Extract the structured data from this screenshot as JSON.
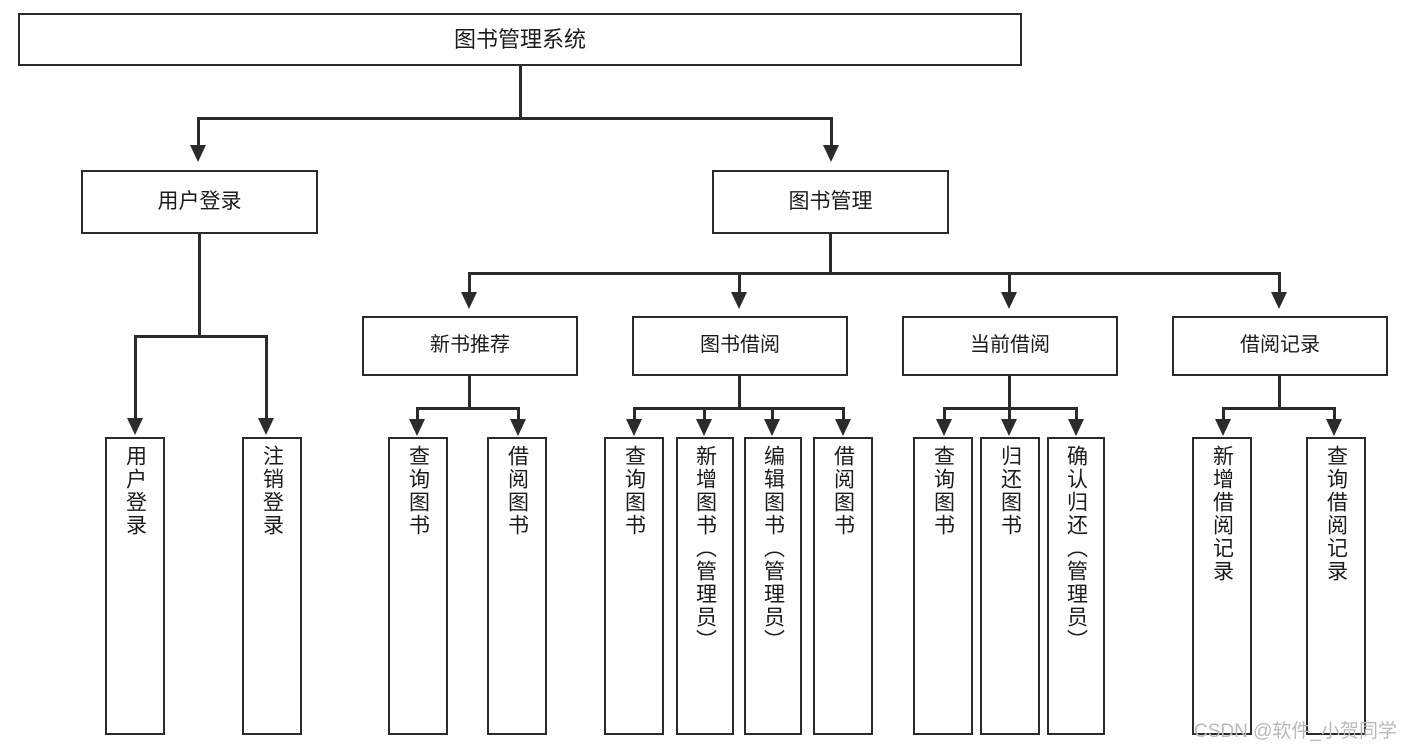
{
  "diagram": {
    "title": "图书管理系统",
    "type": "tree",
    "watermark": "CSDN @软件_小贺同学",
    "colors": {
      "stroke": "#2b2b2b",
      "background": "#ffffff",
      "text": "#1b1b1b",
      "watermark": "#b9b9b9"
    },
    "root": {
      "label": "图书管理系统"
    },
    "level2": [
      {
        "label": "用户登录"
      },
      {
        "label": "图书管理"
      }
    ],
    "level3": [
      {
        "label": "新书推荐"
      },
      {
        "label": "图书借阅"
      },
      {
        "label": "当前借阅"
      },
      {
        "label": "借阅记录"
      }
    ],
    "leaves": {
      "user_login": [
        {
          "label": "用户登录"
        },
        {
          "label": "注销登录"
        }
      ],
      "new_book_recommend": [
        {
          "label": "查询图书"
        },
        {
          "label": "借阅图书"
        }
      ],
      "book_borrow": [
        {
          "label": "查询图书"
        },
        {
          "label": "新增图书（管理员）"
        },
        {
          "label": "编辑图书（管理员）"
        },
        {
          "label": "借阅图书"
        }
      ],
      "current_borrow": [
        {
          "label": "查询图书"
        },
        {
          "label": "归还图书"
        },
        {
          "label": "确认归还（管理员）"
        }
      ],
      "borrow_record": [
        {
          "label": "新增借阅记录"
        },
        {
          "label": "查询借阅记录"
        }
      ]
    }
  },
  "chart_data": {
    "type": "table",
    "title": "图书管理系统",
    "nodes": [
      {
        "id": "root",
        "label": "图书管理系统",
        "level": 0,
        "parent": null
      },
      {
        "id": "user-login",
        "label": "用户登录",
        "level": 1,
        "parent": "root"
      },
      {
        "id": "book-manage",
        "label": "图书管理",
        "level": 1,
        "parent": "root"
      },
      {
        "id": "login-1",
        "label": "用户登录",
        "level": 2,
        "parent": "user-login"
      },
      {
        "id": "login-2",
        "label": "注销登录",
        "level": 2,
        "parent": "user-login"
      },
      {
        "id": "new-book",
        "label": "新书推荐",
        "level": 2,
        "parent": "book-manage"
      },
      {
        "id": "borrow",
        "label": "图书借阅",
        "level": 2,
        "parent": "book-manage"
      },
      {
        "id": "current",
        "label": "当前借阅",
        "level": 2,
        "parent": "book-manage"
      },
      {
        "id": "record",
        "label": "借阅记录",
        "level": 2,
        "parent": "book-manage"
      },
      {
        "id": "nb-1",
        "label": "查询图书",
        "level": 3,
        "parent": "new-book"
      },
      {
        "id": "nb-2",
        "label": "借阅图书",
        "level": 3,
        "parent": "new-book"
      },
      {
        "id": "bw-1",
        "label": "查询图书",
        "level": 3,
        "parent": "borrow"
      },
      {
        "id": "bw-2",
        "label": "新增图书（管理员）",
        "level": 3,
        "parent": "borrow"
      },
      {
        "id": "bw-3",
        "label": "编辑图书（管理员）",
        "level": 3,
        "parent": "borrow"
      },
      {
        "id": "bw-4",
        "label": "借阅图书",
        "level": 3,
        "parent": "borrow"
      },
      {
        "id": "cb-1",
        "label": "查询图书",
        "level": 3,
        "parent": "current"
      },
      {
        "id": "cb-2",
        "label": "归还图书",
        "level": 3,
        "parent": "current"
      },
      {
        "id": "cb-3",
        "label": "确认归还（管理员）",
        "level": 3,
        "parent": "current"
      },
      {
        "id": "rc-1",
        "label": "新增借阅记录",
        "level": 3,
        "parent": "record"
      },
      {
        "id": "rc-2",
        "label": "查询借阅记录",
        "level": 3,
        "parent": "record"
      }
    ]
  }
}
